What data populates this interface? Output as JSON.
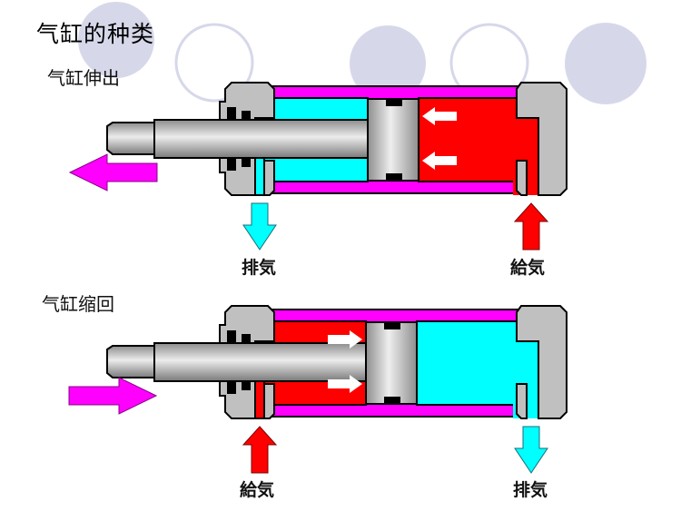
{
  "title": "气缸的种类",
  "sections": [
    {
      "heading": "气缸伸出",
      "mode": "extend",
      "rod_motion_direction": "left",
      "left_port": {
        "label": "排気",
        "flow": "exhaust"
      },
      "right_port": {
        "label": "給気",
        "flow": "supply"
      }
    },
    {
      "heading": "气缸缩回",
      "mode": "retract",
      "rod_motion_direction": "right",
      "left_port": {
        "label": "給気",
        "flow": "supply"
      },
      "right_port": {
        "label": "排気",
        "flow": "exhaust"
      }
    }
  ],
  "colors": {
    "supply_air": "#ff0000",
    "exhaust_air": "#00ffff",
    "barrel": "#ff00ff",
    "motion_arrow": "#ff00ff",
    "end_cap": "#c0c0c0",
    "seal": "#000000",
    "decor_circle": "#d6d8ea",
    "pressure_arrow": "#ffffff"
  }
}
